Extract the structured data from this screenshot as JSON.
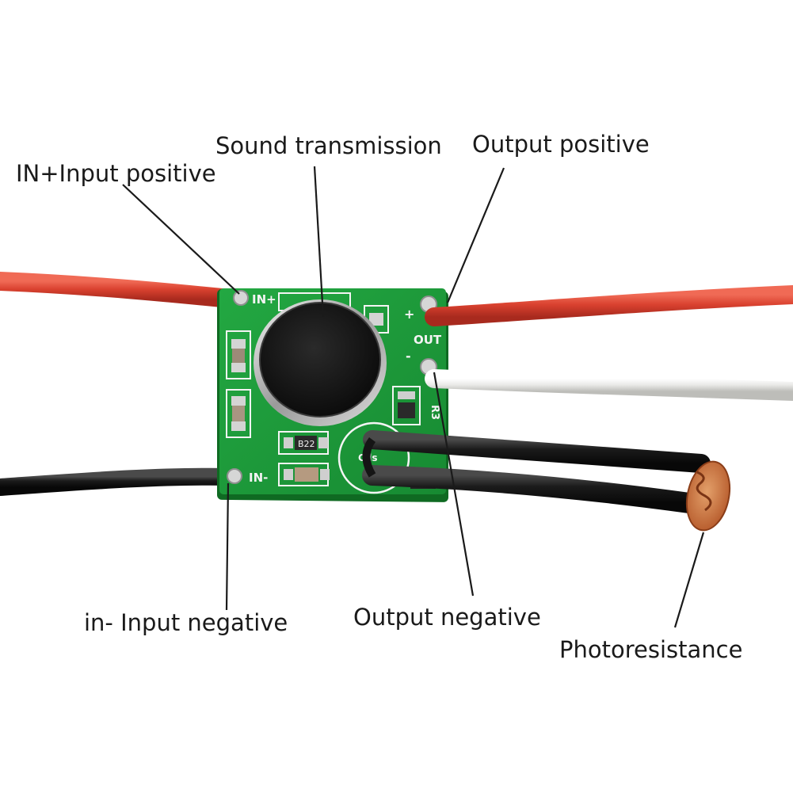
{
  "callouts": {
    "input_positive": "IN+Input positive",
    "sound_transmission": "Sound transmission",
    "output_positive": "Output positive",
    "input_negative": "in- Input negative",
    "output_negative": "Output negative",
    "photoresistance": "Photoresistance"
  },
  "board": {
    "in_plus": "IN+",
    "in_minus": "IN-",
    "out": "OUT",
    "out_plus": "+",
    "out_minus": "-",
    "r3": "R3",
    "b22": "B22",
    "cds": "Cds"
  },
  "colors": {
    "pcb": "#1f9a3a",
    "wire_red": "#d9412f",
    "wire_black": "#1b1b1b",
    "wire_white": "#e9e9e7",
    "leader": "#1a1a1a"
  }
}
